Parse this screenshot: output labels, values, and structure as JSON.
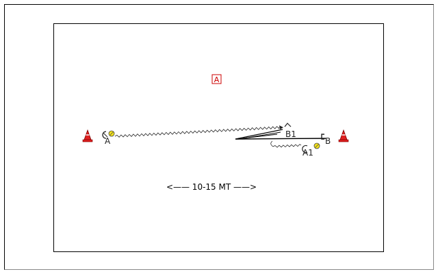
{
  "drill": {
    "box_marker": "A",
    "player_a": "A",
    "player_a1": "A1",
    "player_b": "B",
    "player_b1": "B1",
    "distance_label": "<—— 10-15 MT ——>"
  },
  "colors": {
    "cone": "#e02020",
    "ball": "#f2e11c",
    "box_marker": "#cc0000",
    "line": "#000000"
  },
  "icons": [
    "cone-icon",
    "ball-icon"
  ]
}
